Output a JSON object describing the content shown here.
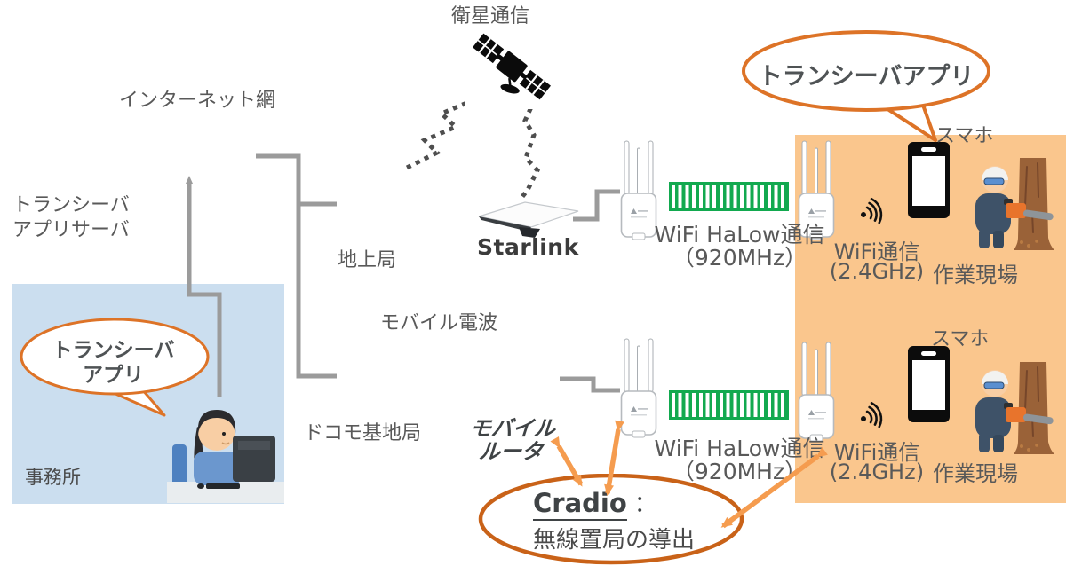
{
  "colors": {
    "text_gray": "#595959",
    "line_gray": "#9B9B9B",
    "dotted_link_gray": "#4E4E4E",
    "bubble_border_orange": "#DD7327",
    "cradio_border_orange": "#C96218",
    "arrow_orange": "#F59C4F",
    "worksite_panel_orange": "#FAC68D",
    "office_box_blue": "#CBDEEF",
    "signal_bar_green": "#12A94F"
  },
  "top": {
    "satellite_label": "衛星通信",
    "internet_label": "インターネット網",
    "server_label_line1": "トランシーバ",
    "server_label_line2": "アプリサーバ"
  },
  "office": {
    "label": "事務所",
    "bubble_line1": "トランシーバ",
    "bubble_line2": "アプリ"
  },
  "center": {
    "ground_station": "地上局",
    "mobile_wave": "モバイル電波",
    "docomo_base_station": "ドコモ基地局",
    "starlink": "Starlink",
    "mobile_router_line1": "モバイル",
    "mobile_router_line2": "ルータ",
    "halow_top": {
      "line1": "WiFi HaLow通信",
      "line2": "（920MHz）"
    },
    "halow_bottom": {
      "line1": "WiFi HaLow通信",
      "line2": "（920MHz）"
    }
  },
  "right": {
    "app_bubble": "トランシーバアプリ",
    "top_site": {
      "phone": "スマホ",
      "wifi_line1": "WiFi通信",
      "wifi_line2": "(2.4GHz)",
      "worksite": "作業現場"
    },
    "bottom_site": {
      "phone": "スマホ",
      "wifi_line1": "WiFi通信",
      "wifi_line2": "(2.4GHz)",
      "worksite": "作業現場"
    }
  },
  "cradio": {
    "name": "Cradio",
    "colon": "：",
    "description": "無線置局の導出"
  }
}
